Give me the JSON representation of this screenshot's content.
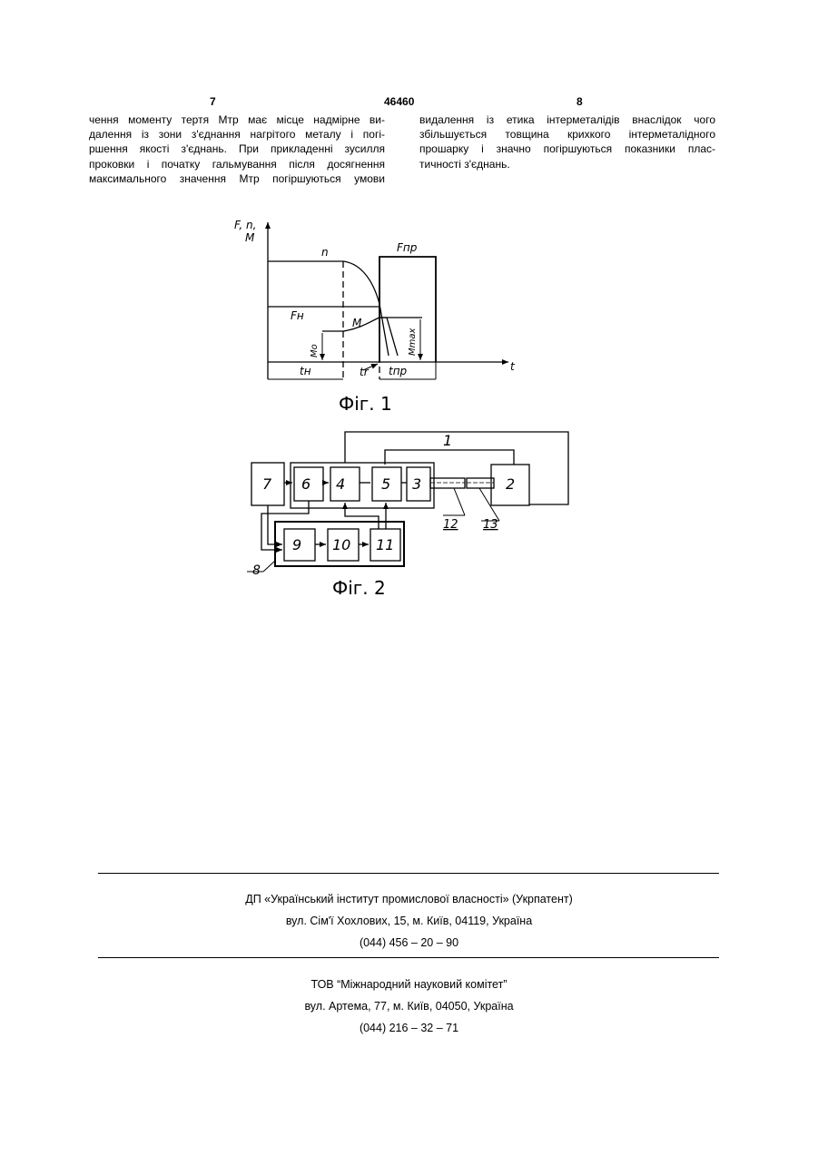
{
  "header": {
    "page_left": "7",
    "patent_number": "46460",
    "page_right": "8"
  },
  "columns": {
    "left": [
      "чення моменту тертя Мтр має місце надмірне ви-",
      "далення із зони з'єднання нагрітого металу і погі-",
      "ршення якості з'єднань. При прикладенні зусилля",
      "проковки і початку гальмування після досягнення",
      "максимального значення Мтр погіршуються умови"
    ],
    "right": [
      "видалення із етика інтерметалідів внаслідок чого",
      "збільшується товщина крихкого інтерметалідного",
      "прошарку і значно погіршуються показники плас-",
      "тичності з'єднань."
    ]
  },
  "fig1": {
    "caption": "Фіг. 1",
    "y_axis_label_line1": "F, n,",
    "y_axis_label_line2": "M",
    "x_axis_label": "t",
    "label_n": "n",
    "label_fpr": "Fпр",
    "label_fn": "Fн",
    "label_m": "M",
    "label_mo": "Mо",
    "label_mmax": "Mmax",
    "label_tn": "tн",
    "label_tr": "tr",
    "label_tpr": "tпр"
  },
  "fig2": {
    "caption": "Фіг. 2",
    "block_1": "1",
    "block_2": "2",
    "block_3": "3",
    "block_4": "4",
    "block_5": "5",
    "block_6": "6",
    "block_7": "7",
    "block_8": "8",
    "block_9": "9",
    "block_10": "10",
    "block_11": "11",
    "label_12": "12",
    "label_13": "13"
  },
  "footer": {
    "org1_name": "ДП «Український інститут промислової власності» (Укрпатент)",
    "org1_address": "вул. Сім'ї Хохлових, 15, м. Київ, 04119, Україна",
    "org1_phone": "(044) 456 – 20 –  90",
    "org2_name": "ТОВ “Міжнародний науковий комітет”",
    "org2_address": "вул. Артема, 77, м. Київ, 04050, Україна",
    "org2_phone": "(044) 216 – 32 – 71"
  }
}
